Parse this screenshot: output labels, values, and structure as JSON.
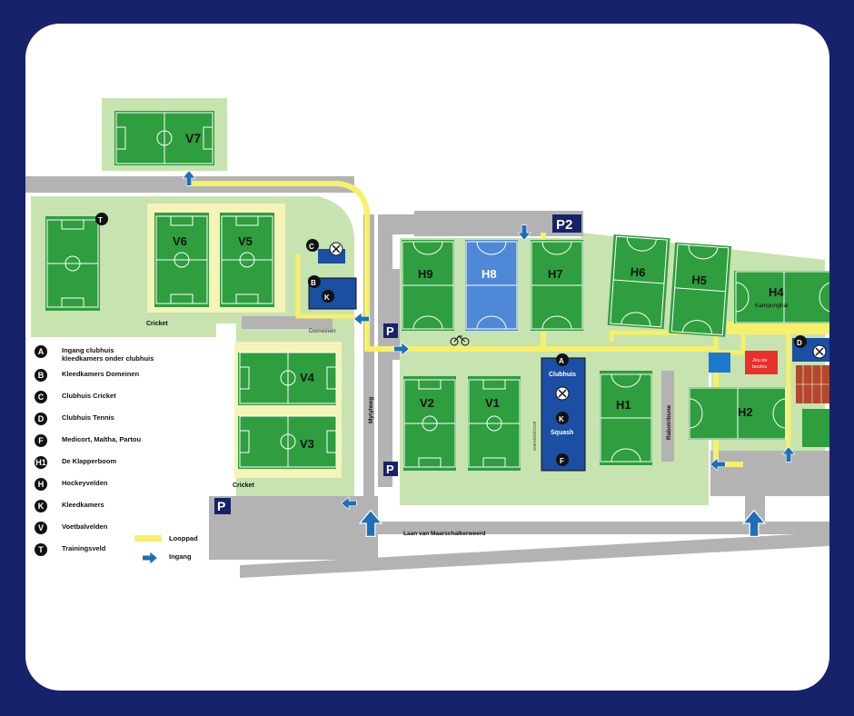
{
  "fields": {
    "V7": "V7",
    "V6": "V6",
    "V5": "V5",
    "V4": "V4",
    "V3": "V3",
    "V2": "V2",
    "V1": "V1",
    "H9": "H9",
    "H8": "H8",
    "H7": "H7",
    "H6": "H6",
    "H5": "H5",
    "H4": "H4",
    "H2": "H2",
    "H1": "H1"
  },
  "labels": {
    "cricket_top": "Cricket",
    "cricket_bottom": "Cricket",
    "domeinen": "Domeinen",
    "kampunghal": "Kampunghal",
    "jeu_de_boules": "Jeu de boules",
    "clubhuis": "Clubhuis",
    "squash": "Squash",
    "mytylweg": "Mytylweg",
    "rabotribune": "Rabotribune",
    "laan": "Laan van Maarschalkerweerd",
    "p2": "P2",
    "parking": "P",
    "walkway_vertical": "wandelstrook"
  },
  "markers": {
    "A": "A",
    "B": "B",
    "C": "C",
    "D": "D",
    "F": "F",
    "K": "K",
    "T": "T"
  },
  "legend": {
    "items": [
      {
        "icon": "A",
        "text": "Ingang clubhuis\nkleedkamers onder clubhuis"
      },
      {
        "icon": "B",
        "text": "Kleedkamers Domeinen"
      },
      {
        "icon": "C",
        "text": "Clubhuis Cricket"
      },
      {
        "icon": "D",
        "text": "Clubhuis Tennis"
      },
      {
        "icon": "F",
        "text": "Medicort, Maltha, Partou"
      },
      {
        "icon": "H1",
        "text": "De Klapperboom"
      },
      {
        "icon": "H",
        "text": "Hockeyvelden"
      },
      {
        "icon": "K",
        "text": "Kleedkamers"
      },
      {
        "icon": "V",
        "text": "Voetbalvelden"
      },
      {
        "icon": "T",
        "text": "Trainingsveld"
      }
    ],
    "looppad": "Looppad",
    "ingang": "Ingang"
  },
  "colors": {
    "frame": "#16226a",
    "grass": "#c7e3b0",
    "pitch": "#2e9e3e",
    "hockey_blue": "#4f88d6",
    "path": "#f7f06a",
    "road": "#b3b3b3",
    "building": "#1b4fa3",
    "jeu": "#e8302e",
    "tennis": "#b5472a",
    "arrow": "#1f6fb8"
  }
}
